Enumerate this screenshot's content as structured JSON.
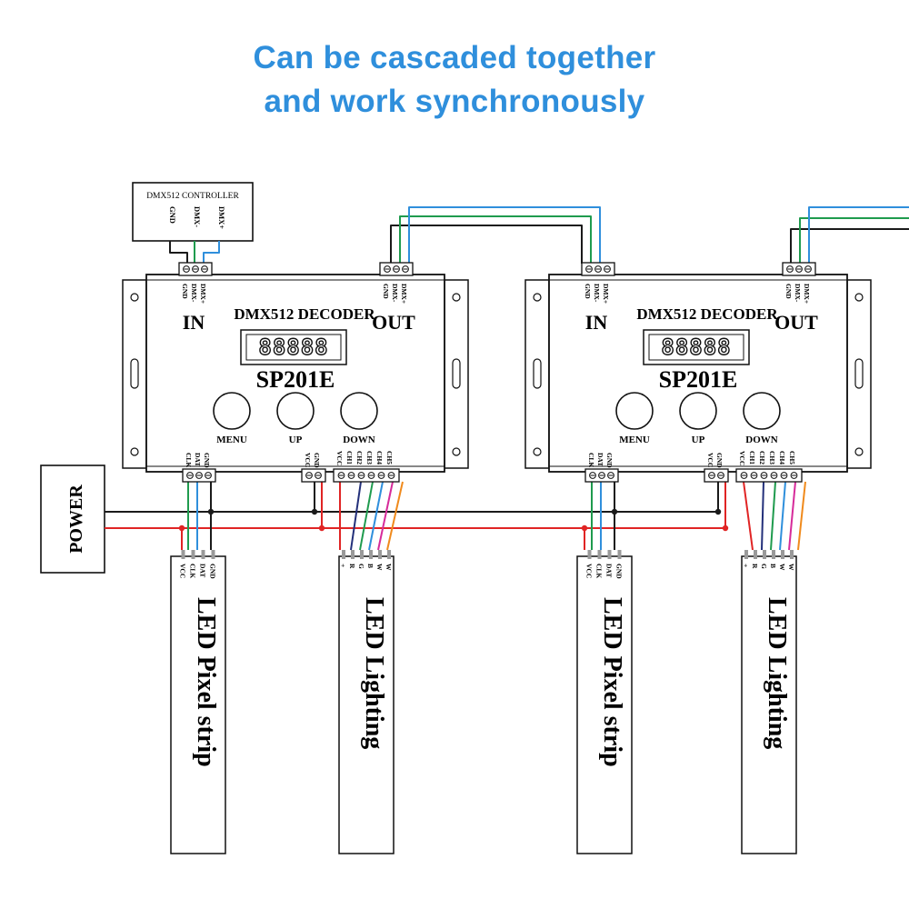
{
  "header": {
    "line1": "Can be cascaded together",
    "line2": "and work synchronously",
    "color": "#2f8fdc"
  },
  "controller": {
    "title": "DMX512 CONTROLLER",
    "pins": [
      "GND",
      "DMX-",
      "DMX+"
    ]
  },
  "power": {
    "label": "POWER"
  },
  "decoders": [
    {
      "title": "DMX512 DECODER",
      "model": "SP201E",
      "in_label": "IN",
      "out_label": "OUT",
      "display": "88888",
      "buttons": [
        "MENU",
        "UP",
        "DOWN"
      ],
      "in_pins": [
        "GND",
        "DMX-",
        "DMX+"
      ],
      "out_pins": [
        "GND",
        "DMX-",
        "DMX+"
      ],
      "pixel_pins": [
        "CLK",
        "DAT",
        "GND"
      ],
      "power_pins": [
        "VCC",
        "GND"
      ],
      "channel_pins": [
        "VCC",
        "CH1",
        "CH2",
        "CH3",
        "CH4",
        "CH5"
      ]
    },
    {
      "title": "DMX512 DECODER",
      "model": "SP201E",
      "in_label": "IN",
      "out_label": "OUT",
      "display": "88888",
      "buttons": [
        "MENU",
        "UP",
        "DOWN"
      ],
      "in_pins": [
        "GND",
        "DMX-",
        "DMX+"
      ],
      "out_pins": [
        "GND",
        "DMX-",
        "DMX+"
      ],
      "pixel_pins": [
        "CLK",
        "DAT",
        "GND"
      ],
      "power_pins": [
        "VCC",
        "GND"
      ],
      "channel_pins": [
        "VCC",
        "CH1",
        "CH2",
        "CH3",
        "CH4",
        "CH5"
      ]
    }
  ],
  "strips": [
    {
      "label": "LED Pixel strip",
      "pins": [
        "VCC",
        "CLK",
        "DAT",
        "GND"
      ]
    },
    {
      "label": "LED Lighting",
      "pins": [
        "+",
        "R",
        "G",
        "B",
        "W",
        "W"
      ]
    },
    {
      "label": "LED Pixel strip",
      "pins": [
        "VCC",
        "CLK",
        "DAT",
        "GND"
      ]
    },
    {
      "label": "LED Lighting",
      "pins": [
        "+",
        "R",
        "G",
        "B",
        "W",
        "W"
      ]
    }
  ],
  "wire_colors": {
    "black": "#1a1a1a",
    "red": "#e02424",
    "green": "#1f9b4e",
    "blue": "#2f8fdc",
    "navy": "#23307a",
    "purple": "#8a2be2",
    "magenta": "#d62b9a",
    "orange": "#f08a1c",
    "grey": "#9a9a9a"
  }
}
